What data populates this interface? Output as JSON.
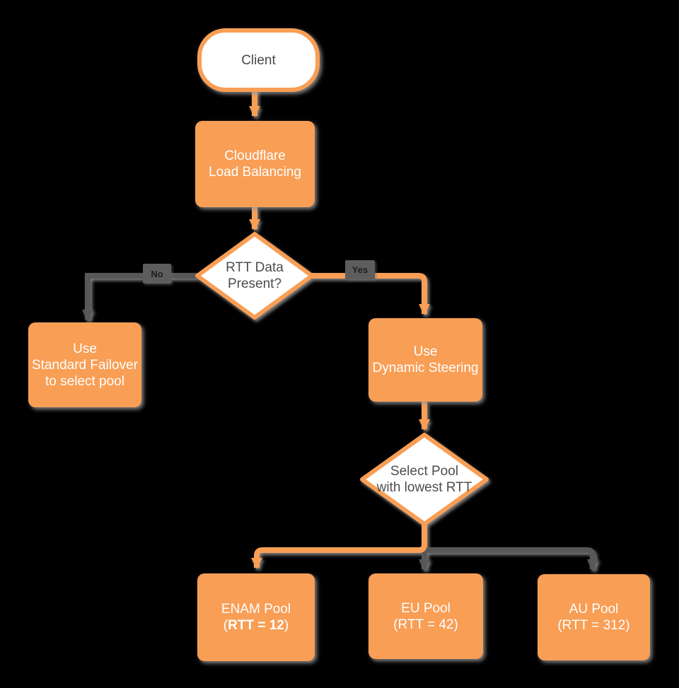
{
  "theme": {
    "background": "#000000",
    "accent_orange": "#F89E55",
    "wire_gray": "#595959",
    "edge_label_bg": "#5D5D5D",
    "node_text_light": "#FFFFFF",
    "node_text_dark": "#4D4D4D",
    "shape_fill_white": "#FFFFFF"
  },
  "nodes": {
    "client": {
      "label": "Client"
    },
    "cloudflare_lb": {
      "label": "Cloudflare\nLoad Balancing"
    },
    "rtt_decision": {
      "label": "RTT Data\nPresent?"
    },
    "standard_failover": {
      "label": "Use\nStandard Failover\nto select pool"
    },
    "dynamic_steering": {
      "label": "Use\nDynamic Steering"
    },
    "select_pool": {
      "label": "Select Pool\nwith lowest RTT"
    },
    "enam_pool": {
      "line1": "ENAM Pool",
      "line2_prefix": "(",
      "line2_bold": "RTT = 12",
      "line2_suffix": ")"
    },
    "eu_pool": {
      "label": "EU Pool\n(RTT = 42)"
    },
    "au_pool": {
      "label": "AU Pool\n(RTT = 312)"
    }
  },
  "edge_labels": {
    "no": "No",
    "yes": "Yes"
  }
}
